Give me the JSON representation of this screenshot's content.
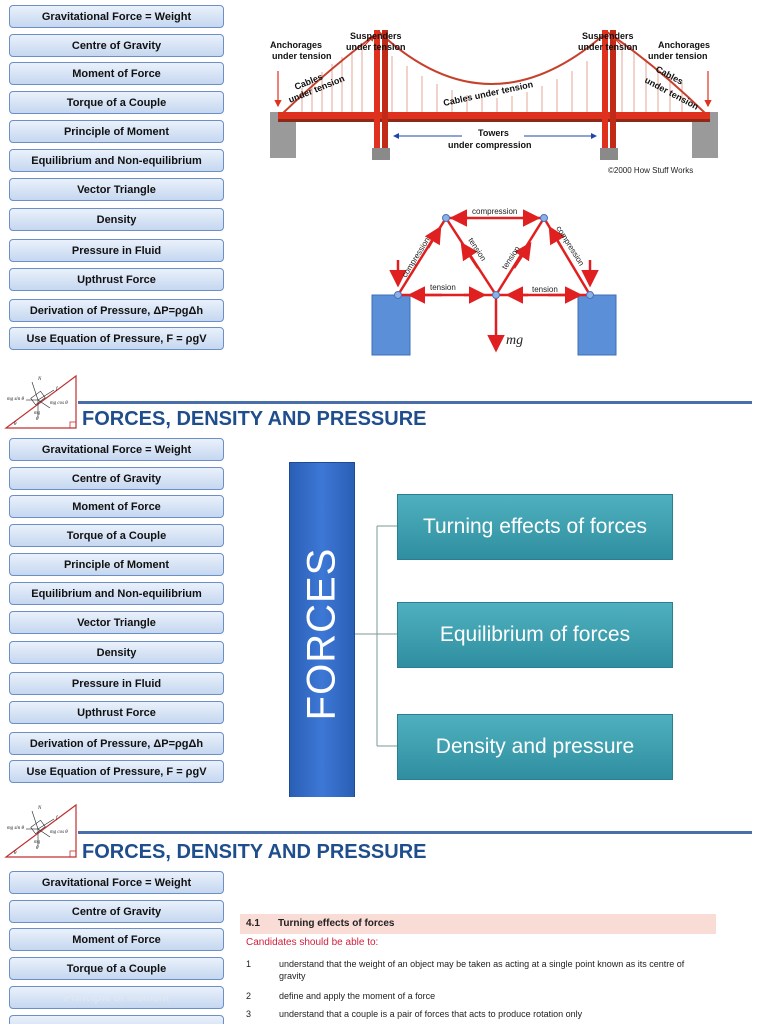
{
  "menu": {
    "items": [
      "Gravitational  Force =  Weight",
      "Centre of Gravity",
      "Moment of Force",
      "Torque of a Couple",
      "Principle of Moment",
      "Equilibrium  and Non-equilibrium",
      "Vector Triangle",
      "Density",
      "Pressure  in Fluid",
      "Upthrust Force",
      "Derivation of Pressure, ΔP=ρgΔh",
      "Use Equation  of Pressure, F = ρgV"
    ]
  },
  "bridge": {
    "anchorages_left": [
      "Anchorages",
      "under tension"
    ],
    "suspenders_left": [
      "Suspenders",
      "under tension"
    ],
    "suspenders_right": [
      "Suspenders",
      "under tension"
    ],
    "anchorages_right": [
      "Anchorages",
      "under tension"
    ],
    "cables_left": [
      "Cables",
      "under tension"
    ],
    "cables_mid": "Cables under tension",
    "cables_right": [
      "Cables",
      "under tension"
    ],
    "towers": [
      "Towers",
      "under compression"
    ],
    "copyright": "©2000 How Stuff Works"
  },
  "truss": {
    "compression_top": "compression",
    "compression_left": "compression",
    "compression_right": "compression",
    "tension_left_diag": "tension",
    "tension_right_diag": "tension",
    "tension_bottom_left": "tension",
    "tension_bottom_right": "tension",
    "weight": "mg⃗"
  },
  "logo": {
    "labels": [
      "mg sin θ",
      "mg cos θ",
      "mg",
      "θ",
      "θ",
      "f",
      "N"
    ]
  },
  "header": {
    "title": "FORCES, DENSITY AND PRESSURE"
  },
  "diagram": {
    "root": "FORCES",
    "branches": [
      "Turning effects of forces",
      "Equilibrium of forces",
      "Density and pressure"
    ]
  },
  "syllabus": {
    "section_number": "4.1",
    "section_title": "Turning effects of forces",
    "candidates": "Candidates should be able to:",
    "items": [
      {
        "n": "1",
        "text": "understand that the weight of an object may be taken as acting at a single point known as its centre of gravity"
      },
      {
        "n": "2",
        "text": "define and apply the moment of a force"
      },
      {
        "n": "3",
        "text": "understand that a couple is a pair of forces that acts to produce rotation only"
      }
    ]
  },
  "colors": {
    "menu_border": "#6b8fc6",
    "title_blue": "#1f4e8c",
    "forces_blue": "#2f6bc8",
    "teal": "#3c9eae",
    "bridge_red": "#e0301e",
    "syllabus_red": "#d2203c"
  }
}
